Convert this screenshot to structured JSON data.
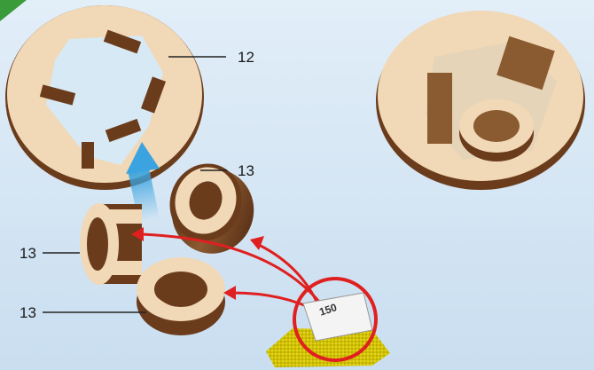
{
  "callouts": {
    "plate_part": "12",
    "ring_part_top": "13",
    "ring_part_left": "13",
    "ring_part_bottom": "13"
  },
  "sandpaper": {
    "grit": "150"
  },
  "colors": {
    "background": "#d7e9f5",
    "wood_light": "#f1d8b6",
    "wood_dark": "#6b3c1c",
    "insert_arrow": "#3aa3e0",
    "sanding_arrows": "#e02020",
    "sandpaper": "#d4c400",
    "corner_arrow": "#3a9b3a"
  },
  "icons": [
    "insert-arrow-icon",
    "sanding-arrow-icon",
    "sandpaper-icon"
  ]
}
